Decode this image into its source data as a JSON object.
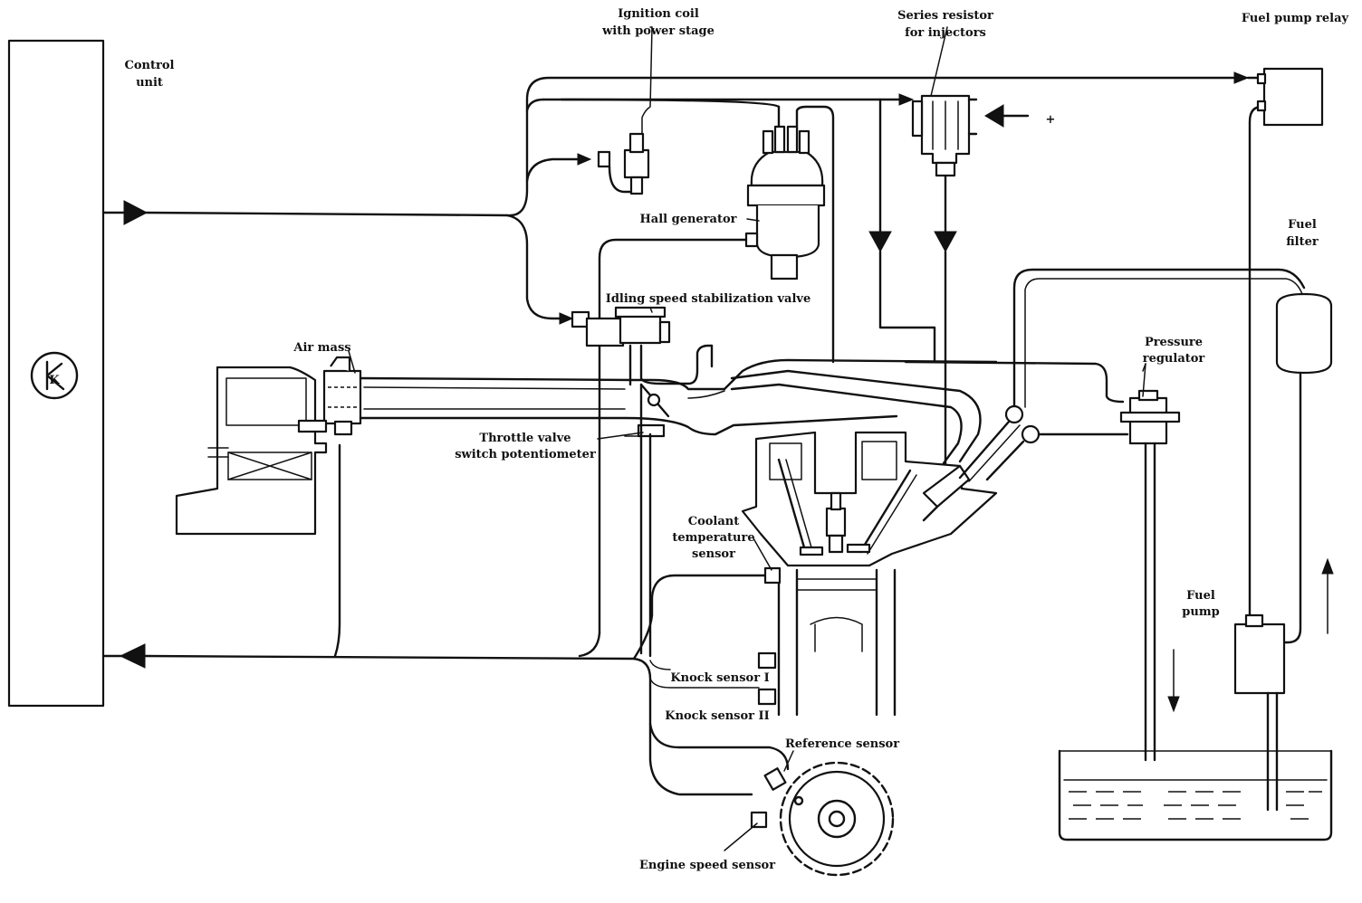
{
  "labels": {
    "control_unit": [
      "Control",
      "unit"
    ],
    "control_unit_symbol": "K",
    "ignition_coil": [
      "Ignition coil",
      "with power stage"
    ],
    "series_resistor": [
      "Series resistor",
      "for injectors"
    ],
    "plus_sign": "+",
    "fuel_pump_relay": "Fuel pump relay",
    "hall_generator": "Hall generator",
    "fuel_filter": [
      "Fuel",
      "filter"
    ],
    "idling_valve": "Idling speed stabilization valve",
    "air_mass": "Air mass",
    "pressure_regulator": [
      "Pressure",
      "regulator"
    ],
    "throttle_valve": [
      "Throttle valve",
      "switch potentiometer"
    ],
    "coolant_sensor": [
      "Coolant",
      "temperature",
      "sensor"
    ],
    "fuel_pump": [
      "Fuel",
      "pump"
    ],
    "knock_sensor_1": "Knock sensor I",
    "knock_sensor_2": "Knock sensor II",
    "reference_sensor": "Reference sensor",
    "engine_speed_sensor": "Engine speed sensor"
  },
  "colors": {
    "line": "#111111",
    "background": "#ffffff"
  }
}
